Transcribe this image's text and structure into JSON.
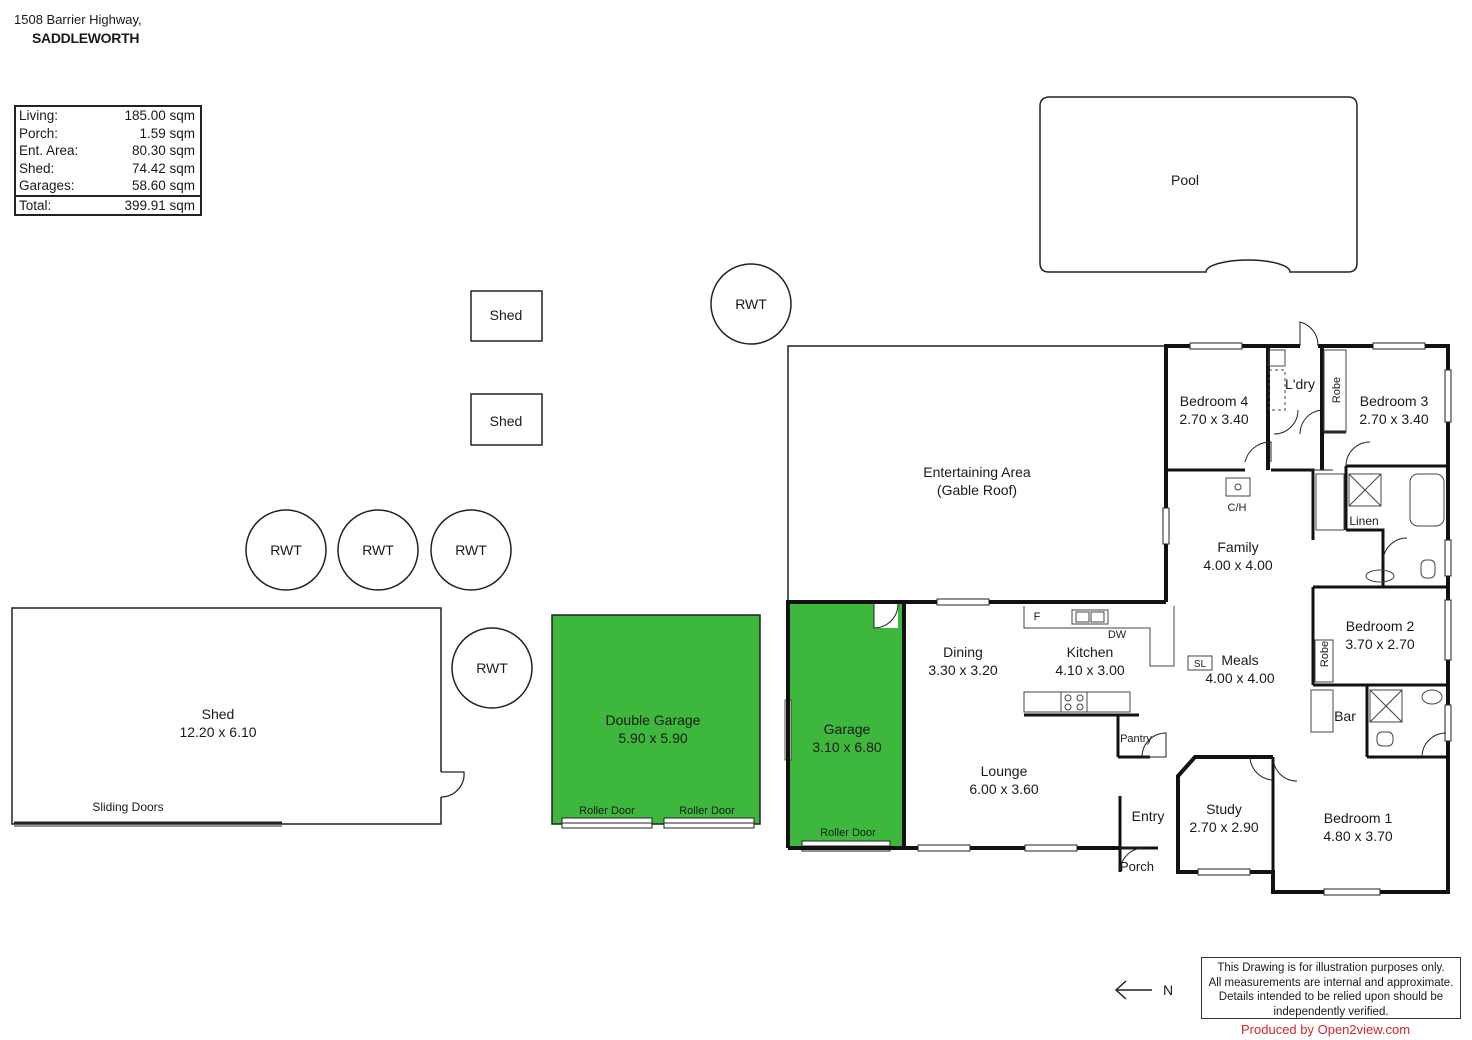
{
  "address": {
    "line1": "1508 Barrier Highway,",
    "line2": "SADDLEWORTH"
  },
  "areas": [
    {
      "label": "Living:",
      "value": "185.00 sqm"
    },
    {
      "label": "Porch:",
      "value": "1.59 sqm"
    },
    {
      "label": "Ent. Area:",
      "value": "80.30 sqm"
    },
    {
      "label": "Shed:",
      "value": "74.42 sqm"
    },
    {
      "label": "Garages:",
      "value": "58.60 sqm"
    }
  ],
  "total": {
    "label": "Total:",
    "value": "399.91 sqm"
  },
  "outdoor": {
    "pool": "Pool",
    "shed_small": "Shed",
    "rwt": "RWT",
    "big_shed_name": "Shed",
    "big_shed_dims": "12.20 x 6.10",
    "sliding_doors": "Sliding Doors",
    "double_garage_name": "Double Garage",
    "double_garage_dims": "5.90 x 5.90",
    "roller_door": "Roller Door"
  },
  "rooms": {
    "entertaining": "Entertaining Area",
    "entertaining_sub": "(Gable Roof)",
    "garage": "Garage",
    "garage_dims": "3.10 x 6.80",
    "dining": "Dining",
    "dining_dims": "3.30 x 3.20",
    "kitchen": "Kitchen",
    "kitchen_dims": "4.10 x 3.00",
    "meals": "Meals",
    "meals_dims": "4.00 x 4.00",
    "family": "Family",
    "family_dims": "4.00 x 4.00",
    "lounge": "Lounge",
    "lounge_dims": "6.00 x 3.60",
    "bed4": "Bedroom 4",
    "bed4_dims": "2.70 x 3.40",
    "bed3": "Bedroom 3",
    "bed3_dims": "2.70 x 3.40",
    "bed2": "Bedroom 2",
    "bed2_dims": "3.70 x 2.70",
    "bed1": "Bedroom 1",
    "bed1_dims": "4.80 x 3.70",
    "study": "Study",
    "study_dims": "2.70 x 2.90",
    "laundry": "L'dry",
    "robe": "Robe",
    "linen": "Linen",
    "bar": "Bar",
    "pantry": "Pantry",
    "entry": "Entry",
    "porch": "Porch",
    "ch": "C/H",
    "f": "F",
    "dw": "DW",
    "sl": "SL"
  },
  "north_label": "N",
  "disclaimer": [
    "This Drawing is for illustration purposes only.",
    "All measurements are internal and approximate.",
    "Details intended to be relied upon should be",
    "independently verified."
  ],
  "produced_by": "Produced by Open2view.com",
  "colors": {
    "garage_fill": "#3db83d",
    "wall": "#1a1a1a",
    "produced_text": "#d3262e"
  }
}
